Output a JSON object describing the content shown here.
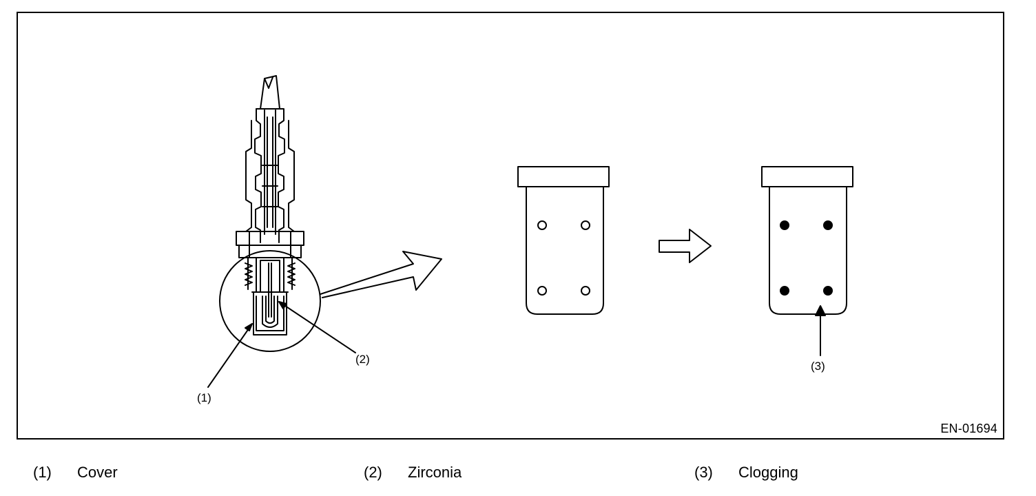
{
  "figure": {
    "code": "EN-01694",
    "callouts": [
      {
        "id": "1",
        "text": "(1)"
      },
      {
        "id": "2",
        "text": "(2)"
      },
      {
        "id": "3",
        "text": "(3)"
      }
    ]
  },
  "legend": [
    {
      "num": "(1)",
      "label": "Cover"
    },
    {
      "num": "(2)",
      "label": "Zirconia"
    },
    {
      "num": "(3)",
      "label": "Clogging"
    }
  ]
}
